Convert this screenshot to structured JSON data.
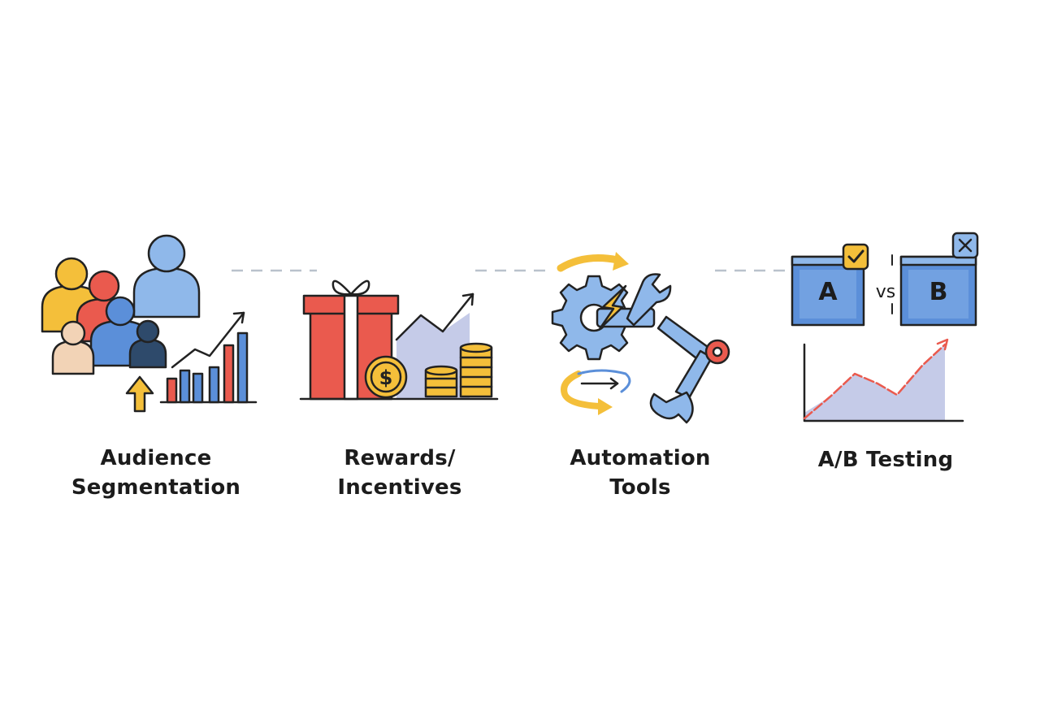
{
  "colors": {
    "outline": "#222222",
    "yellow": "#f4bf3a",
    "red": "#ea5a4e",
    "blue": "#5b8fd9",
    "light_blue": "#8fb8ea",
    "navy": "#2e4a6b",
    "peach": "#f2d3b6",
    "lavender": "#c5cbe8",
    "dash": "#b9c2cc"
  },
  "steps": [
    {
      "icon": "audience-segmentation-icon",
      "label_lines": [
        "Audience",
        "Segmentation"
      ]
    },
    {
      "icon": "rewards-incentives-icon",
      "label_lines": [
        "Rewards/",
        "Incentives"
      ]
    },
    {
      "icon": "automation-tools-icon",
      "label_lines": [
        "Automation",
        "Tools"
      ]
    },
    {
      "icon": "ab-testing-icon",
      "label_lines": [
        "A/B Testing"
      ],
      "variant_a": "A",
      "variant_b": "B",
      "versus": "vs"
    }
  ]
}
